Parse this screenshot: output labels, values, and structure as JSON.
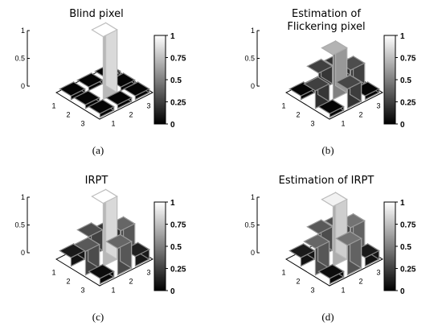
{
  "chart_data": [
    {
      "type": "bar3d",
      "title": [
        "Blind pixel"
      ],
      "subcaption": "(a)",
      "x": [
        1,
        2,
        3
      ],
      "y": [
        1,
        2,
        3
      ],
      "values": [
        [
          0.02,
          0.02,
          0.02
        ],
        [
          0.02,
          1.0,
          0.02
        ],
        [
          0.02,
          0.02,
          0.02
        ]
      ],
      "zlim": [
        0,
        1
      ],
      "zticks": [
        "0",
        "0.5",
        "1"
      ],
      "colorbar": {
        "ticks": [
          "1",
          "0.75",
          "0.5",
          "0.25",
          "0"
        ],
        "range": [
          0,
          1
        ]
      }
    },
    {
      "type": "bar3d",
      "title": [
        "Estimation of",
        "Flickering pixel"
      ],
      "subcaption": "(b)",
      "x": [
        1,
        2,
        3
      ],
      "y": [
        1,
        2,
        3
      ],
      "values": [
        [
          0.02,
          0.25,
          0.2
        ],
        [
          0.25,
          0.7,
          0.3
        ],
        [
          0.02,
          0.28,
          0.02
        ]
      ],
      "zlim": [
        0,
        1
      ],
      "zticks": [
        "0",
        "0.5",
        "1"
      ],
      "colorbar": {
        "ticks": [
          "1",
          "0.75",
          "0.5",
          "0.25",
          "0"
        ],
        "range": [
          0,
          1
        ]
      }
    },
    {
      "type": "bar3d",
      "title": [
        "IRPT"
      ],
      "subcaption": "(c)",
      "x": [
        1,
        2,
        3
      ],
      "y": [
        1,
        2,
        3
      ],
      "values": [
        [
          0.1,
          0.3,
          0.2
        ],
        [
          0.35,
          1.0,
          0.4
        ],
        [
          0.05,
          0.4,
          0.12
        ]
      ],
      "zlim": [
        0,
        1
      ],
      "zticks": [
        "0",
        "0.5",
        "1"
      ],
      "colorbar": {
        "ticks": [
          "1",
          "0.75",
          "0.5",
          "0.25",
          "0"
        ],
        "range": [
          0,
          1
        ]
      }
    },
    {
      "type": "bar3d",
      "title": [
        "Estimation of IRPT"
      ],
      "subcaption": "(d)",
      "x": [
        1,
        2,
        3
      ],
      "y": [
        1,
        2,
        3
      ],
      "values": [
        [
          0.1,
          0.35,
          0.3
        ],
        [
          0.4,
          0.95,
          0.45
        ],
        [
          0.05,
          0.45,
          0.1
        ]
      ],
      "zlim": [
        0,
        1
      ],
      "zticks": [
        "0",
        "0.5",
        "1"
      ],
      "colorbar": {
        "ticks": [
          "1",
          "0.75",
          "0.5",
          "0.25",
          "0"
        ],
        "range": [
          0,
          1
        ]
      }
    }
  ]
}
